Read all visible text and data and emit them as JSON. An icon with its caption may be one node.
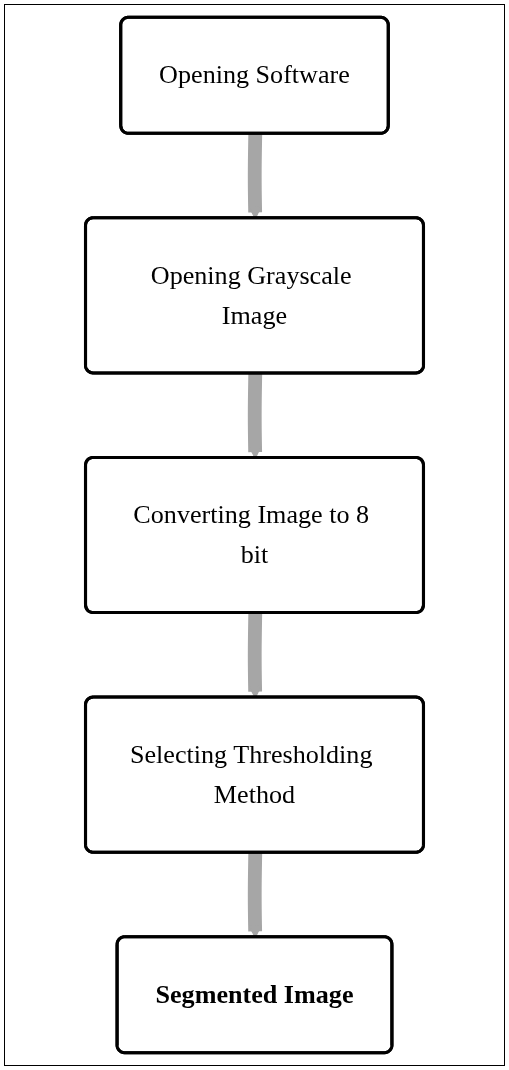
{
  "diagram": {
    "nodes": [
      {
        "text": [
          "Opening Software"
        ]
      },
      {
        "text": [
          "Opening Grayscale Image"
        ]
      },
      {
        "text": [
          "Converting Image to 8 bit"
        ]
      },
      {
        "text": [
          "Selecting Thresholding Method"
        ]
      },
      {
        "text": [
          "Segmented Image"
        ]
      }
    ],
    "edges": [
      {
        "from": 0,
        "to": 1,
        "arrow": "to"
      },
      {
        "from": 1,
        "to": 2,
        "arrow": "to"
      },
      {
        "from": 2,
        "to": 3,
        "arrow": "to"
      },
      {
        "from": 3,
        "to": 4,
        "arrow": "to"
      }
    ]
  }
}
